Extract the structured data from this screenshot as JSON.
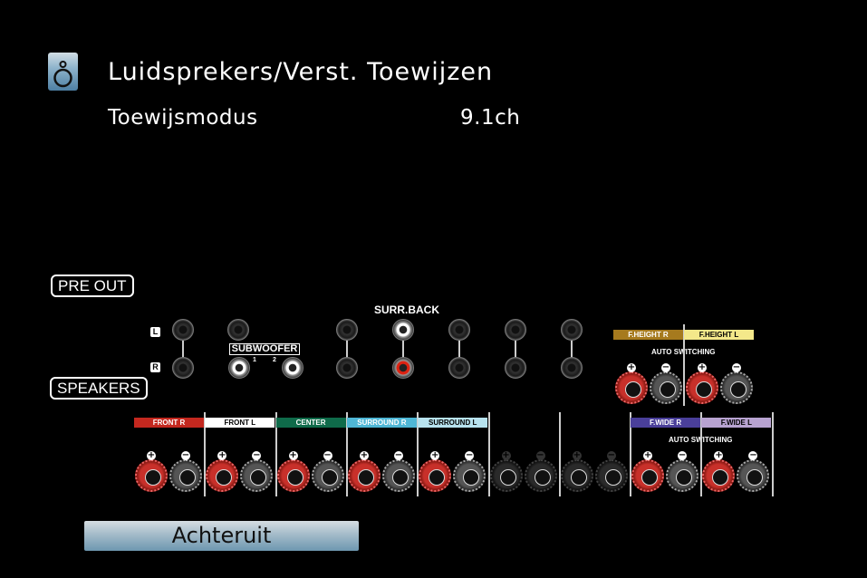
{
  "header": {
    "title": "Luidsprekers/Verst. Toewijzen",
    "icon": "speaker-icon"
  },
  "setting": {
    "label": "Toewijsmodus",
    "value": "9.1ch"
  },
  "panel": {
    "pre_out": "PRE OUT",
    "speakers": "SPEAKERS",
    "surr_back": "SURR.BACK",
    "subwoofer": "SUBWOOFER",
    "sub1": "1",
    "sub2": "2",
    "L": "L",
    "R": "R",
    "auto_switching": "AUTO SWITCHING",
    "height_bars": [
      {
        "label": "F.HEIGHT R",
        "color": "#a67a1e",
        "text": "#fff"
      },
      {
        "label": "F.HEIGHT L",
        "color": "#f4e88a",
        "text": "#000"
      }
    ],
    "speaker_bars": [
      {
        "label": "FRONT R",
        "color": "#c4281f",
        "text": "#fff"
      },
      {
        "label": "FRONT L",
        "color": "#ffffff",
        "text": "#000"
      },
      {
        "label": "CENTER",
        "color": "#0f6b4a",
        "text": "#fff"
      },
      {
        "label": "SURROUND R",
        "color": "#4fb7d6",
        "text": "#fff"
      },
      {
        "label": "SURROUND L",
        "color": "#b7e2ee",
        "text": "#000"
      },
      {
        "label": "",
        "color": "",
        "text": ""
      },
      {
        "label": "",
        "color": "",
        "text": ""
      },
      {
        "label": "F.WIDE R",
        "color": "#4a3f9a",
        "text": "#fff"
      },
      {
        "label": "F.WIDE L",
        "color": "#b8a3d1",
        "text": "#000"
      }
    ]
  },
  "footer": {
    "back_label": "Achteruit"
  }
}
